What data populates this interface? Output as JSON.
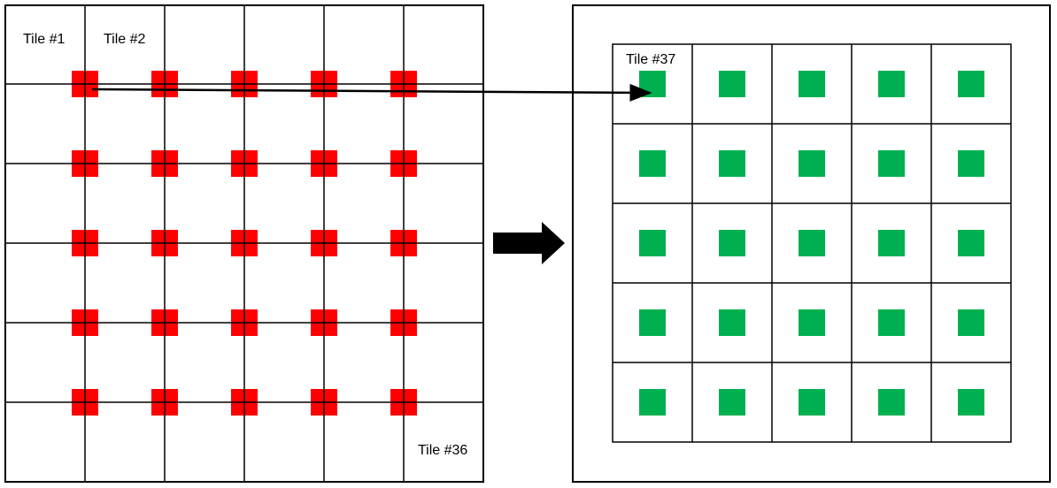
{
  "left_panel": {
    "tile_labels": {
      "first": "Tile #1",
      "second": "Tile #2",
      "last": "Tile #36"
    },
    "grid": {
      "rows": 6,
      "cols": 6
    },
    "markers": {
      "rows": 5,
      "cols": 5,
      "color": "#ff0000",
      "line_color": "#000000"
    }
  },
  "right_panel": {
    "tile_label": "Tile #37",
    "grid": {
      "rows": 5,
      "cols": 5
    },
    "markers": {
      "rows": 5,
      "cols": 5,
      "color": "#00b050"
    }
  },
  "colors": {
    "line": "#000000",
    "background": "#ffffff",
    "red_marker": "#ff0000",
    "green_marker": "#00b050",
    "transform_arrow": "#000000"
  },
  "icons": {
    "transform_arrow": "right-arrow-icon",
    "mapping_arrow": "thin-right-arrow-icon"
  }
}
